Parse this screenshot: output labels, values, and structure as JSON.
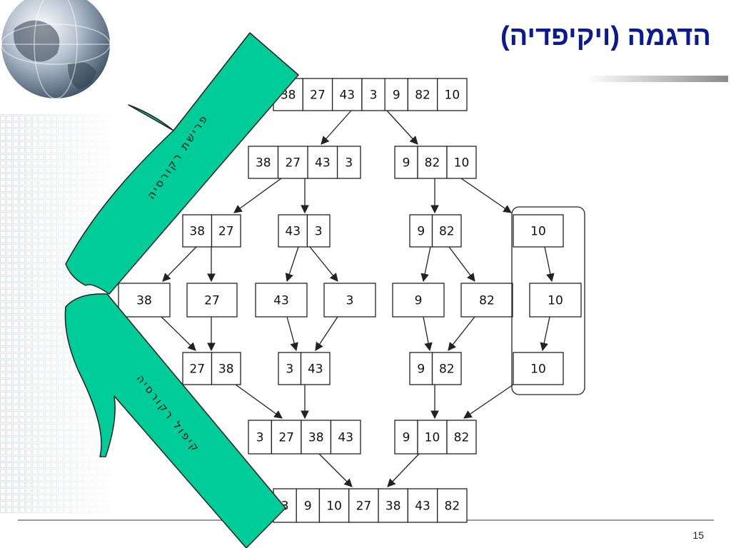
{
  "slide": {
    "title": "הדגמה (ויקיפדיה)",
    "page_number": "15"
  },
  "banners": {
    "split": "פרישת רקורסיה",
    "merge": "קיפול רקורסיה"
  },
  "colors": {
    "banner_fill": "#00cc99",
    "title_text": "#0b1a8c",
    "box_stroke": "#222222"
  },
  "arrays": {
    "a0": [
      "38",
      "27",
      "43",
      "3",
      "9",
      "82",
      "10"
    ],
    "a1": [
      "38",
      "27",
      "43",
      "3"
    ],
    "a2": [
      "9",
      "82",
      "10"
    ],
    "a3": [
      "38",
      "27"
    ],
    "a4": [
      "43",
      "3"
    ],
    "a5": [
      "9",
      "82"
    ],
    "a6": [
      "10"
    ],
    "a7": [
      "38"
    ],
    "a8": [
      "27"
    ],
    "a9": [
      "43"
    ],
    "a10": [
      "3"
    ],
    "a11": [
      "9"
    ],
    "a12": [
      "82"
    ],
    "a13": [
      "10"
    ],
    "a14": [
      "27",
      "38"
    ],
    "a15": [
      "3",
      "43"
    ],
    "a16": [
      "9",
      "82"
    ],
    "a17": [
      "10"
    ],
    "a18": [
      "3",
      "27",
      "38",
      "43"
    ],
    "a19": [
      "9",
      "10",
      "82"
    ],
    "a20": [
      "3",
      "9",
      "10",
      "27",
      "38",
      "43",
      "82"
    ]
  }
}
